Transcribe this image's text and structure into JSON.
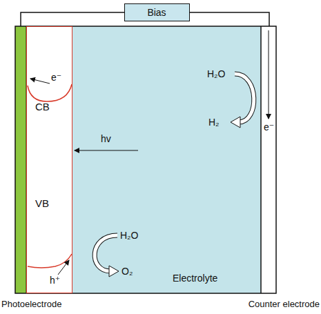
{
  "diagram": {
    "nodes": [
      {
        "text": [
          "Bias"
        ]
      },
      {
        "text": [
          "Photoelectrode"
        ]
      },
      {
        "text": [
          "CB",
          "VB"
        ],
        "in": 1
      },
      {
        "text": [
          "Electrolyte"
        ]
      },
      {
        "text": [
          "Counter electrode"
        ]
      }
    ],
    "edges": [
      {
        "from": 1,
        "to": 0,
        "arrow": "none"
      },
      {
        "from": 0,
        "to": 4,
        "arrow": "none"
      }
    ],
    "labels": [
      "e⁻",
      "hv",
      "H₂O",
      "O₂",
      "h⁺",
      "H₂O",
      "H₂",
      "e⁻"
    ]
  }
}
